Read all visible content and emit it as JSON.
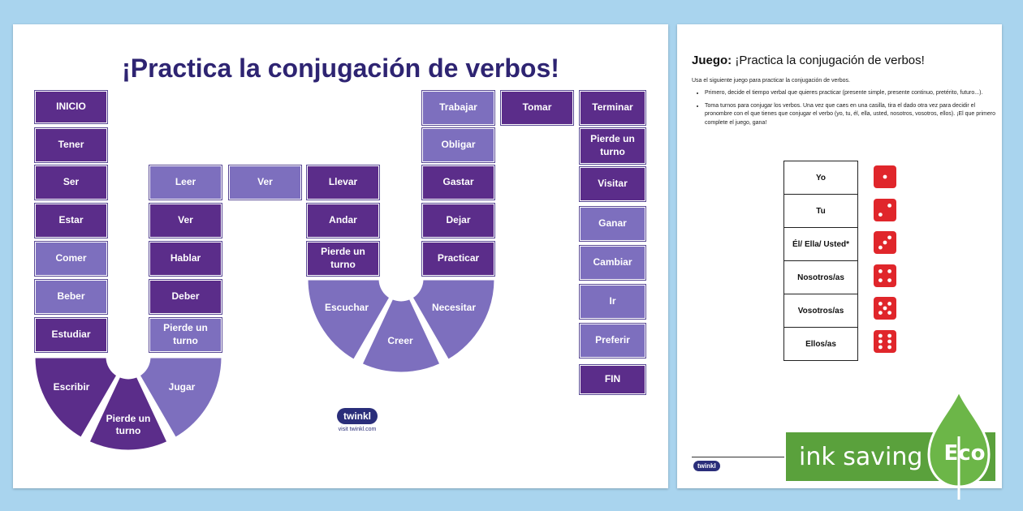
{
  "board": {
    "title": "¡Practica la conjugación de verbos!",
    "tiles": [
      {
        "key": "inicio",
        "label": "INICIO",
        "shade": "dark"
      },
      {
        "key": "tener",
        "label": "Tener",
        "shade": "dark"
      },
      {
        "key": "ser",
        "label": "Ser",
        "shade": "dark"
      },
      {
        "key": "estar",
        "label": "Estar",
        "shade": "dark"
      },
      {
        "key": "comer",
        "label": "Comer",
        "shade": "light"
      },
      {
        "key": "beber",
        "label": "Beber",
        "shade": "light"
      },
      {
        "key": "estudiar",
        "label": "Estudiar",
        "shade": "dark"
      },
      {
        "key": "leer",
        "label": "Leer",
        "shade": "light"
      },
      {
        "key": "ver1",
        "label": "Ver",
        "shade": "dark"
      },
      {
        "key": "hablar",
        "label": "Hablar",
        "shade": "dark"
      },
      {
        "key": "deber",
        "label": "Deber",
        "shade": "dark"
      },
      {
        "key": "pierde1",
        "label": "Pierde un turno",
        "shade": "light"
      },
      {
        "key": "ver2",
        "label": "Ver",
        "shade": "light"
      },
      {
        "key": "llevar",
        "label": "Llevar",
        "shade": "dark"
      },
      {
        "key": "andar",
        "label": "Andar",
        "shade": "dark"
      },
      {
        "key": "pierde2",
        "label": "Pierde un turno",
        "shade": "dark"
      },
      {
        "key": "trabajar",
        "label": "Trabajar",
        "shade": "light"
      },
      {
        "key": "obligar",
        "label": "Obligar",
        "shade": "light"
      },
      {
        "key": "gastar",
        "label": "Gastar",
        "shade": "dark"
      },
      {
        "key": "dejar",
        "label": "Dejar",
        "shade": "dark"
      },
      {
        "key": "practicar",
        "label": "Practicar",
        "shade": "dark"
      },
      {
        "key": "tomar",
        "label": "Tomar",
        "shade": "dark"
      },
      {
        "key": "terminar",
        "label": "Terminar",
        "shade": "dark"
      },
      {
        "key": "pierde3",
        "label": "Pierde un turno",
        "shade": "dark"
      },
      {
        "key": "visitar",
        "label": "Visitar",
        "shade": "dark"
      },
      {
        "key": "ganar",
        "label": "Ganar",
        "shade": "light"
      },
      {
        "key": "cambiar",
        "label": "Cambiar",
        "shade": "light"
      },
      {
        "key": "ir",
        "label": "Ir",
        "shade": "light"
      },
      {
        "key": "preferir",
        "label": "Preferir",
        "shade": "light"
      },
      {
        "key": "fin",
        "label": "FIN",
        "shade": "dark"
      }
    ],
    "arc_tiles": {
      "escribir": "Escribir",
      "pierde_bottom": "Pierde un turno",
      "jugar": "Jugar",
      "escuchar": "Escuchar",
      "creer": "Creer",
      "necesitar": "Necesitar"
    },
    "logo_text": "twinkl",
    "logo_url": "visit twinkl.com"
  },
  "rules": {
    "title_bold": "Juego:",
    "title_rest": " ¡Practica la conjugación de verbos!",
    "intro": "Usa el siguiente juego para practicar la conjugación de verbos.",
    "steps": [
      "Primero, decide el tiempo verbal que quieres practicar (presente simple, presente continuo, pretérito, futuro...).",
      "Toma turnos para conjugar los verbos. Una vez que caes en una casilla, tira el dado otra vez para decidir el pronombre con el que tienes que conjugar el verbo (yo, tu, él, ella, usted, nosotros, vosotros, ellos). ¡El que primero complete el juego, gana!"
    ],
    "pronouns": [
      "Yo",
      "Tu",
      "Él/ Ella/ Usted*",
      "Nosotros/as",
      "Vosotros/as",
      "Ellos/as"
    ],
    "dice_values": [
      1,
      2,
      3,
      4,
      5,
      6
    ],
    "small_logo": "twinkl"
  },
  "eco": {
    "banner": "ink saving",
    "badge": "Eco"
  },
  "colors": {
    "background": "#a9d4ee",
    "tile_dark": "#5b2d8a",
    "tile_light": "#7d6fbe",
    "title": "#2e2472",
    "die": "#e0262b",
    "eco_green": "#5aa13c"
  }
}
